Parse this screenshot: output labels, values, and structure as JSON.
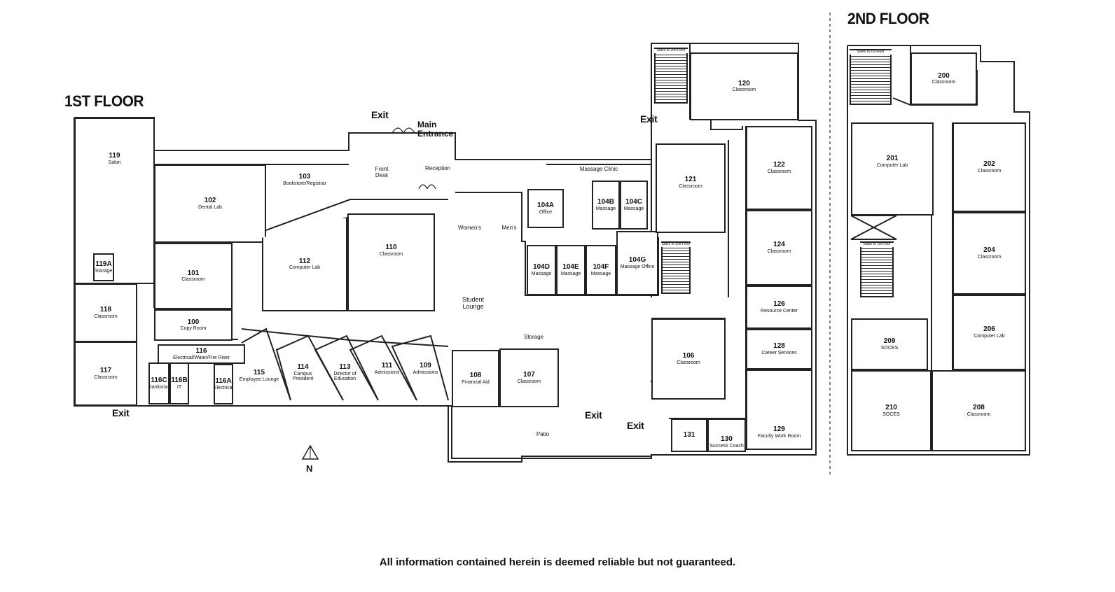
{
  "floor1": {
    "title": "1ST FLOOR",
    "rooms": {
      "r119": {
        "num": "119",
        "name": "Salon"
      },
      "r119a": {
        "num": "119A",
        "name": "Storage"
      },
      "r118": {
        "num": "118",
        "name": "Classroom"
      },
      "r117": {
        "num": "117",
        "name": "Classroom"
      },
      "r116c": {
        "num": "116C",
        "name": "Janitorial"
      },
      "r116b": {
        "num": "116B",
        "name": "IT"
      },
      "r116a": {
        "num": "116A",
        "name": "Electrical"
      },
      "r116": {
        "num": "116",
        "name": "Electrical/Water/Fire Riser"
      },
      "r102": {
        "num": "102",
        "name": "Dental Lab"
      },
      "r103": {
        "num": "103",
        "name": "Bookstore/Registrar"
      },
      "r101": {
        "num": "101",
        "name": "Classroom"
      },
      "r100": {
        "num": "100",
        "name": "Copy Room"
      },
      "r112": {
        "num": "112",
        "name": "Computer Lab"
      },
      "r110": {
        "num": "110",
        "name": "Classroom"
      },
      "r115": {
        "num": "115",
        "name": "Employee Lounge"
      },
      "r114": {
        "num": "114",
        "name": "Campus President"
      },
      "r113": {
        "num": "113",
        "name": "Director of Education"
      },
      "r111": {
        "num": "111",
        "name": "Admissions"
      },
      "r109": {
        "num": "109",
        "name": "Admissions"
      },
      "r108": {
        "num": "108",
        "name": "Financial Aid"
      },
      "r107": {
        "num": "107",
        "name": "Classroom"
      },
      "r104a": {
        "num": "104A",
        "name": "Office"
      },
      "r104b": {
        "num": "104B",
        "name": "Massage"
      },
      "r104c": {
        "num": "104C",
        "name": "Massage"
      },
      "r104d": {
        "num": "104D",
        "name": "Massage"
      },
      "r104e": {
        "num": "104E",
        "name": "Massage"
      },
      "r104f": {
        "num": "104F",
        "name": "Massage"
      },
      "r104g": {
        "num": "104G",
        "name": "Massage Office"
      },
      "r120": {
        "num": "120",
        "name": "Classroom"
      },
      "r121": {
        "num": "121",
        "name": "Classroom"
      },
      "r122": {
        "num": "122",
        "name": "Classroom"
      },
      "r124": {
        "num": "124",
        "name": "Classroom"
      },
      "r126": {
        "num": "126",
        "name": "Resource Center"
      },
      "r128": {
        "num": "128",
        "name": "Career Services"
      },
      "r129": {
        "num": "129",
        "name": "Faculty Work Room"
      },
      "r106": {
        "num": "106",
        "name": "Classroom"
      },
      "r131": {
        "num": "131",
        "name": ""
      },
      "r130": {
        "num": "130",
        "name": "Success Coach"
      }
    },
    "labels": {
      "front_desk": "Front Desk",
      "reception": "Reception",
      "massage_clinic": "Massage Clinic",
      "womens": "Women's",
      "mens": "Men's",
      "student_lounge": "Student Lounge",
      "storage": "Storage",
      "patio": "Patio",
      "main_entrance": "Main Entrance",
      "stair_a": "Stairs to 2nd Floor",
      "stair_b": "Stairs to 2nd Floor"
    },
    "exits": [
      "Exit",
      "Exit",
      "Exit",
      "Exit",
      "Exit"
    ]
  },
  "floor2": {
    "title": "2ND FLOOR",
    "rooms": {
      "r200": {
        "num": "200",
        "name": "Classroom"
      },
      "r201": {
        "num": "201",
        "name": "Computer Lab"
      },
      "r202": {
        "num": "202",
        "name": "Classroom"
      },
      "r204": {
        "num": "204",
        "name": "Classroom"
      },
      "r206": {
        "num": "206",
        "name": "Computer Lab"
      },
      "r208": {
        "num": "208",
        "name": "Classroom"
      },
      "r209": {
        "num": "209",
        "name": "SOCES"
      },
      "r210": {
        "num": "210",
        "name": "SOCES"
      }
    },
    "labels": {
      "stair_a": "Stairs to 1st Floor",
      "stair_b": "Stairs to 1st Floor"
    }
  },
  "north": "N",
  "disclaimer": "All information contained herein is deemed reliable but not guaranteed."
}
